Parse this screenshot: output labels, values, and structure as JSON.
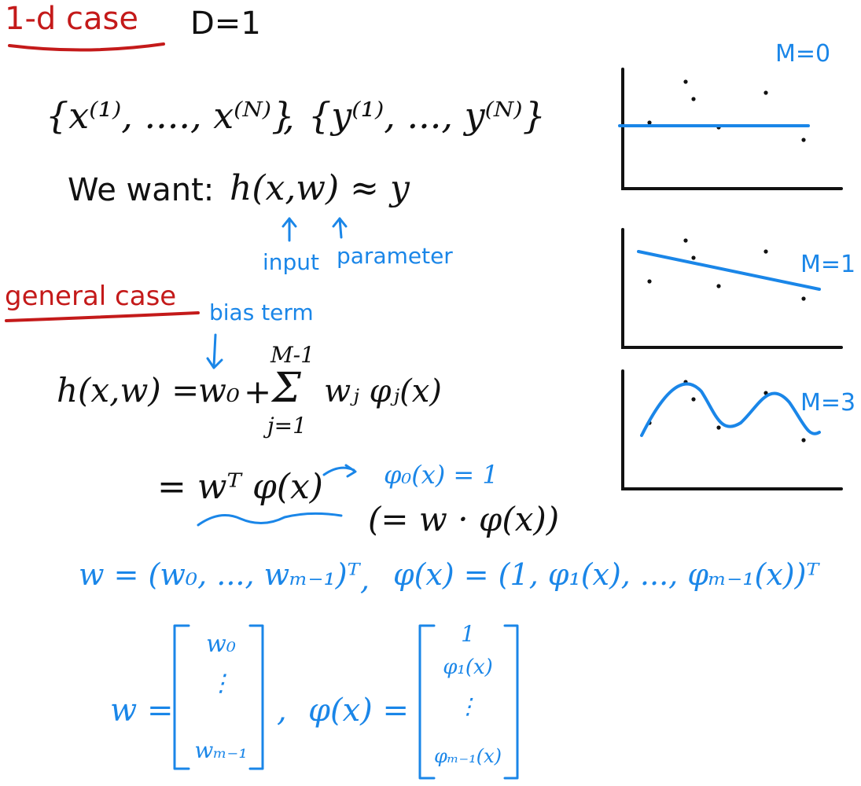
{
  "colors": {
    "red": "#c41a1a",
    "black": "#111111",
    "blue": "#1a86e8"
  },
  "heading1": {
    "title": "1-d case",
    "dim": "D=1"
  },
  "dataset": {
    "x_set": "{x⁽¹⁾, ...., x⁽ᴺ⁾}",
    "sep": ",",
    "y_set": "{y⁽¹⁾, ..., y⁽ᴺ⁾}"
  },
  "want": {
    "label": "We want:",
    "expr": "h(x,w) ≈ y",
    "input_label": "input",
    "param_label": "parameter"
  },
  "heading2": {
    "title": "general case",
    "bias_label": "bias term"
  },
  "sum_eq": {
    "lhs": "h(x,w) =",
    "w0": "w₀",
    "plus": "+",
    "sum_top": "M-1",
    "sigma": "Σ",
    "sum_bottom": "j=1",
    "term": "wⱼ φⱼ(x)"
  },
  "vector_eq": {
    "expr": "= wᵀ φ(x)",
    "phi0": "φ₀(x) = 1",
    "dot": "(= w · φ(x))"
  },
  "definitions": {
    "w_def": "w = (w₀, ..., wₘ₋₁)ᵀ",
    "comma": ",",
    "phi_def": "φ(x) = (1, φ₁(x), ..., φₘ₋₁(x))ᵀ"
  },
  "matrices": {
    "w_label": "w =",
    "w_entries": [
      "w₀",
      "⋮",
      "wₘ₋₁"
    ],
    "sep": ",",
    "phi_label": "φ(x) =",
    "phi_entries": [
      "1",
      "φ₁(x)",
      "⋮",
      "φₘ₋₁(x)"
    ]
  },
  "plots": [
    {
      "label": "M=0",
      "degree": 0
    },
    {
      "label": "M=1",
      "degree": 1
    },
    {
      "label": "M=3",
      "degree": 3
    }
  ]
}
